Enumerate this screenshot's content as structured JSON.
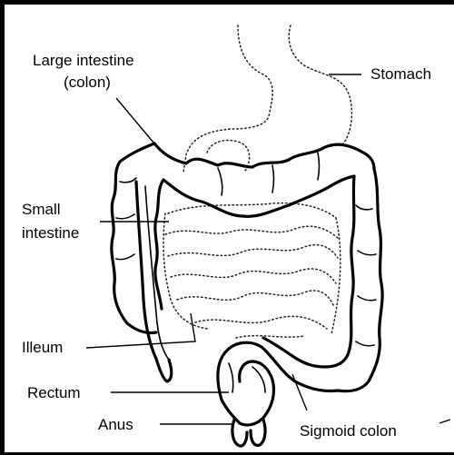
{
  "labels": {
    "large_intestine": "Large intestine",
    "colon": "(colon)",
    "stomach": "Stomach",
    "small": "Small",
    "intestine": "intestine",
    "ileum": "Illeum",
    "rectum": "Rectum",
    "anus": "Anus",
    "sigmoid": "Sigmoid colon"
  }
}
